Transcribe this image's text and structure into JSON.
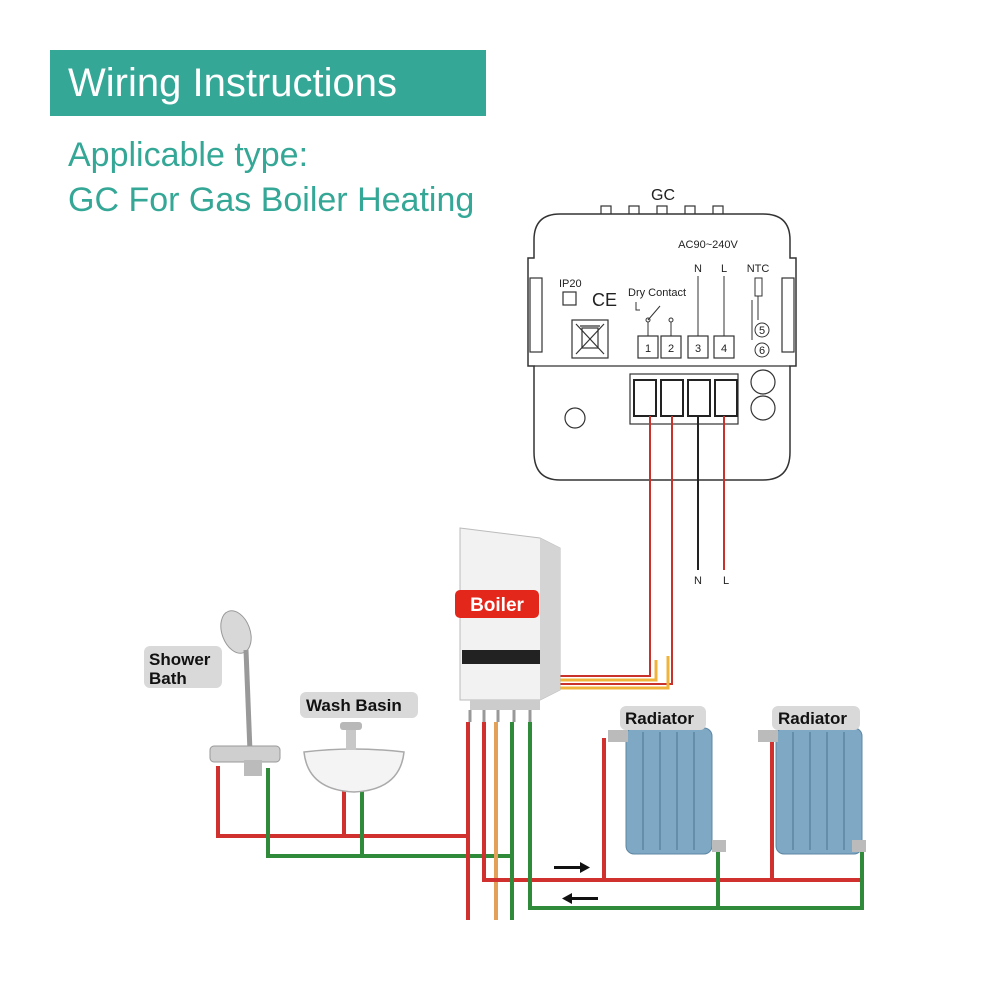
{
  "header": {
    "title": "Wiring Instructions",
    "subtitle_line1": "Applicable type:",
    "subtitle_line2": "GC For Gas Boiler Heating"
  },
  "thermostat": {
    "model_label": "GC",
    "voltage": "AC90~240V",
    "ip_rating": "IP20",
    "ce_mark": "CE",
    "dry_contact": "Dry Contact",
    "terminal_labels": [
      "1",
      "2",
      "3",
      "4"
    ],
    "n_label": "N",
    "l_label": "L",
    "ntc_label": "NTC",
    "ntc_terminals": [
      "5",
      "6"
    ]
  },
  "wires": {
    "n_label": "N",
    "l_label": "L"
  },
  "labels": {
    "boiler": "Boiler",
    "shower": "Shower",
    "bath": "Bath",
    "wash_basin": "Wash Basin",
    "radiator_1": "Radiator",
    "radiator_2": "Radiator"
  },
  "colors": {
    "accent": "#35a796",
    "hot_pipe": "#d1312e",
    "return_pipe": "#2f8a3a",
    "gas_pipe": "#e3a058",
    "live_wire": "#c8322b",
    "neutral_wire": "#222222",
    "boiler_label_bg": "#e4271b",
    "radiator": "#7ea8c4"
  }
}
